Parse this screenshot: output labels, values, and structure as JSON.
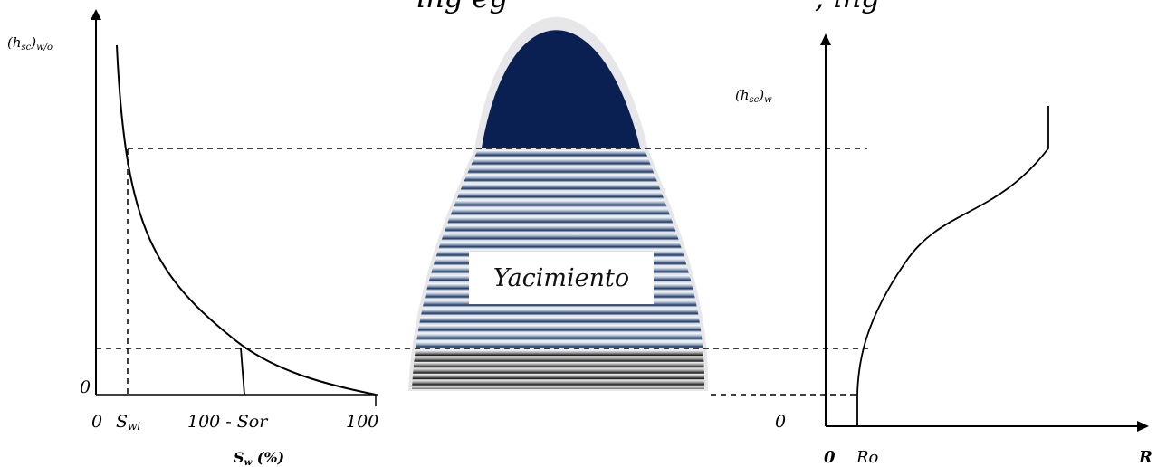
{
  "header_text": "ing eg",
  "header_text_right": ", ing",
  "left_graph": {
    "y_axis_label": "(h",
    "y_axis_label_sub": "sc",
    "y_axis_label_tail": ")",
    "y_axis_label_sub2": "w/o",
    "y_origin": "0",
    "x_origin": "0",
    "swi_main": "S",
    "swi_sub": "wi",
    "sor_label": "100 - Sor",
    "hundred_label": "100",
    "x_axis_main": "S",
    "x_axis_sub": "w",
    "x_axis_tail": " (%)"
  },
  "reservoir": {
    "label": "Yacimiento",
    "cap_color": "#0a1f52",
    "stripe_color": "#1d3a66"
  },
  "right_graph": {
    "y_axis_label": "(h",
    "y_axis_label_sub": "sc",
    "y_axis_label_tail": ")",
    "y_axis_label_sub2": "w",
    "left_zero": "0",
    "origin_bold": "0",
    "ro_label": "Ro",
    "r_label": "R"
  }
}
